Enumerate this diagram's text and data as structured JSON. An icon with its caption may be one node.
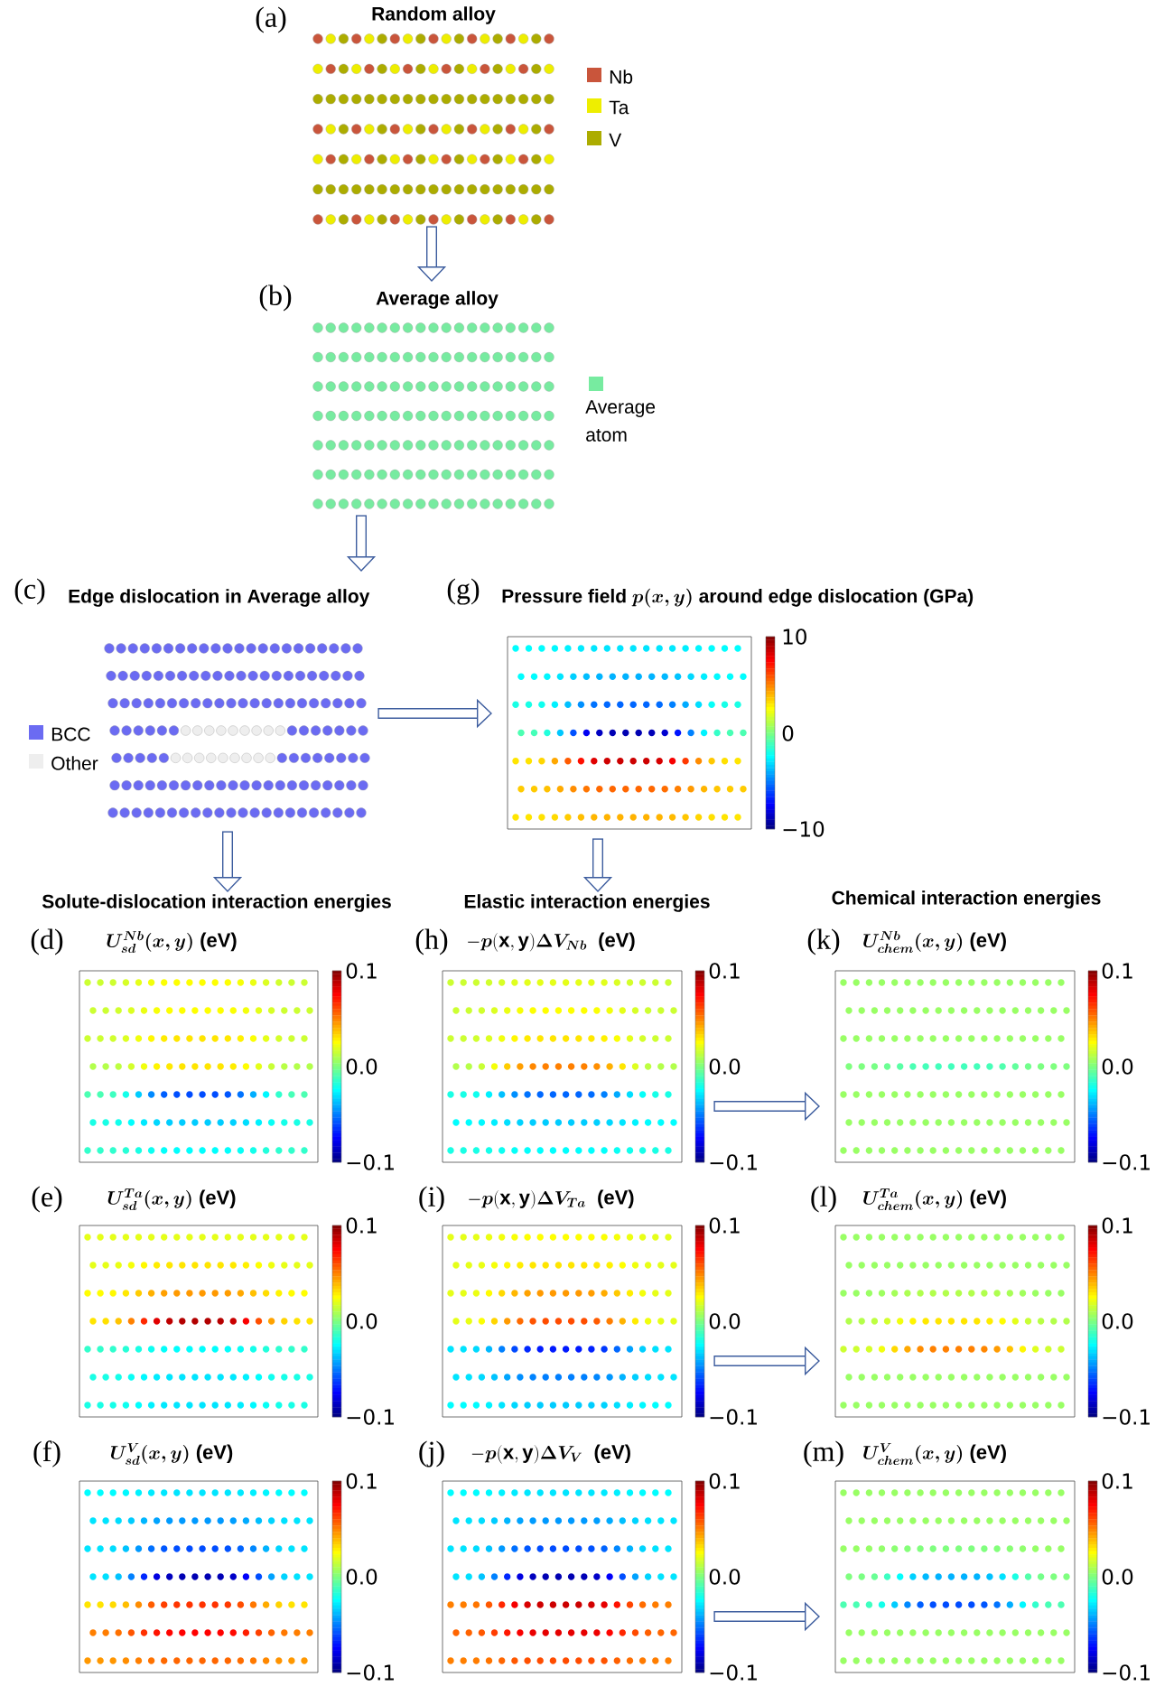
{
  "diagram": {
    "nodes": [
      {
        "text": [
          "(a)",
          "Random alloy"
        ]
      },
      {
        "text": [
          "(b)",
          "Average alloy"
        ]
      },
      {
        "text": [
          "(c)",
          "Edge dislocation in Average alloy"
        ]
      },
      {
        "text": [
          "(g)",
          "\\textbf{Pressure field }\\boldsymbol{p(x,y)}\\textbf{ around edge dislocation (GPa)}"
        ]
      },
      {
        "text": [
          "Solute-dislocation interaction energies"
        ]
      },
      {
        "text": [
          "Elastic interaction energies"
        ]
      },
      {
        "text": [
          "(d)",
          "\\boldsymbol{U^{Nb}_{sd}(x,y)}\\ \\textbf{(eV)}"
        ]
      },
      {
        "text": [
          "(h)",
          "-\\boldsymbol{p}(\\mathbf{x},\\mathbf{y})\\boldsymbol{\\Delta V_{Nb}}\\ \\ \\textbf{(eV)}"
        ]
      },
      {
        "text": [
          "(k)",
          "\\boldsymbol{U^{Nb}_{chem}(x,y)}\\ \\textbf{(eV)}"
        ]
      },
      {
        "text": [
          "(e)",
          "\\boldsymbol{U^{Ta}_{sd}(x,y)}\\ \\textbf{(eV)}"
        ]
      },
      {
        "text": [
          "(i)",
          "-\\boldsymbol{p}(\\mathbf{x},\\mathbf{y})\\boldsymbol{\\Delta V_{Ta}}\\ \\ \\textbf{(eV)}"
        ]
      },
      {
        "text": [
          "(l)",
          "\\boldsymbol{U^{Ta}_{chem}(x,y)}\\ \\textbf{(eV)}"
        ]
      },
      {
        "text": [
          "(f)",
          "\\boldsymbol{U^{V}_{sd}(x,y)}\\ \\textbf{(eV)}"
        ]
      },
      {
        "text": [
          "(j)",
          "-\\boldsymbol{p}(\\mathbf{x},\\mathbf{y})\\boldsymbol{\\Delta V_{V}}\\ \\ \\textbf{(eV)}"
        ]
      },
      {
        "text": [
          "(m)",
          "\\boldsymbol{U^{V}_{chem}(x,y)}\\ \\textbf{(eV)}"
        ]
      }
    ],
    "edges": [
      {
        "from": 0,
        "to": 1,
        "arrow": "to"
      },
      {
        "from": 1,
        "to": 2,
        "arrow": "to"
      },
      {
        "from": 2,
        "to": 3,
        "arrow": "to"
      },
      {
        "from": 2,
        "to": 4,
        "arrow": "to"
      },
      {
        "from": 3,
        "to": 5,
        "arrow": "to"
      },
      {
        "from": 7,
        "to": 8,
        "arrow": "to"
      },
      {
        "from": 10,
        "to": 11,
        "arrow": "to"
      },
      {
        "from": 13,
        "to": 14,
        "arrow": "to"
      }
    ],
    "labels": [
      "10",
      "0",
      "−10",
      "Chemical interaction energies",
      "0.1",
      "0.0",
      "−0.1",
      "0.1",
      "0.0",
      "−0.1",
      "0.1",
      "0.0",
      "−0.1",
      "0.1",
      "0.0",
      "−0.1",
      "0.1",
      "0.0",
      "−0.1",
      "0.1",
      "0.0",
      "−0.1",
      "0.1",
      "0.0",
      "−0.1",
      "0.1",
      "0.0",
      "−0.1",
      "0.1",
      "0.0",
      "−0.1"
    ],
    "legend": [
      {
        "text": "Nb",
        "color": "#c9553b"
      },
      {
        "text": "Ta",
        "color": "#eeee00"
      },
      {
        "text": "V",
        "color": "#acac00"
      },
      {
        "text": "Average atom",
        "color": "#77eba0"
      },
      {
        "text": "BCC",
        "color": "#6b6bf2"
      },
      {
        "text": "Other",
        "color": "#eeeeee"
      }
    ]
  }
}
